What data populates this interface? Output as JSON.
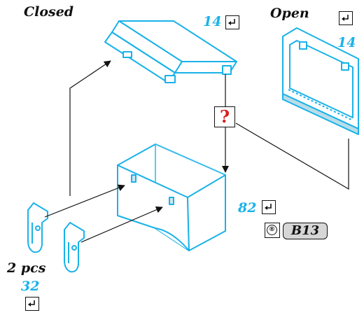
{
  "labels": {
    "closed": "Closed",
    "open": "Open",
    "pcs": "2 pcs"
  },
  "steps": {
    "closed_step": "14",
    "open_step": "14",
    "box_step": "82",
    "clip_step": "32"
  },
  "question_mark": "?",
  "registered_symbol": "®",
  "reference_code": "B13",
  "icons": {
    "return": "return-arrow-icon",
    "question": "question-mark-icon",
    "registered": "registered-icon"
  },
  "colors": {
    "accent_blue": "#1ab2e8",
    "line_black": "#111111",
    "question_red": "#d81e1e",
    "pill_grey": "#d6d6d6",
    "front_strip": "#b9dde9"
  }
}
